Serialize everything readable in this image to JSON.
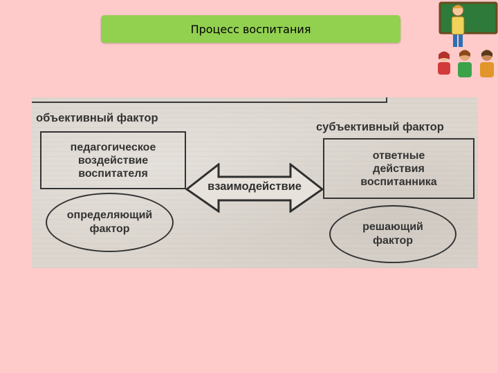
{
  "slide": {
    "title": "Процесс воспитания"
  },
  "diagram": {
    "objective_heading": "объективный фактор",
    "subjective_heading": "субъективный фактор",
    "teacher_box": [
      "педагогическое",
      "воздействие",
      "воспитателя"
    ],
    "pupil_box": [
      "ответные",
      "действия",
      "воспитанника"
    ],
    "interaction_label": "взаимодействие",
    "determining_factor": [
      "определяющий",
      "фактор"
    ],
    "decisive_factor": [
      "решающий",
      "фактор"
    ]
  },
  "colors": {
    "background": "#fecaca",
    "title_bar": "#92d050",
    "scan_paper": "#dcd6cf",
    "ink": "#333333"
  },
  "icons": {
    "clipart": "teacher-with-students-clipart"
  }
}
